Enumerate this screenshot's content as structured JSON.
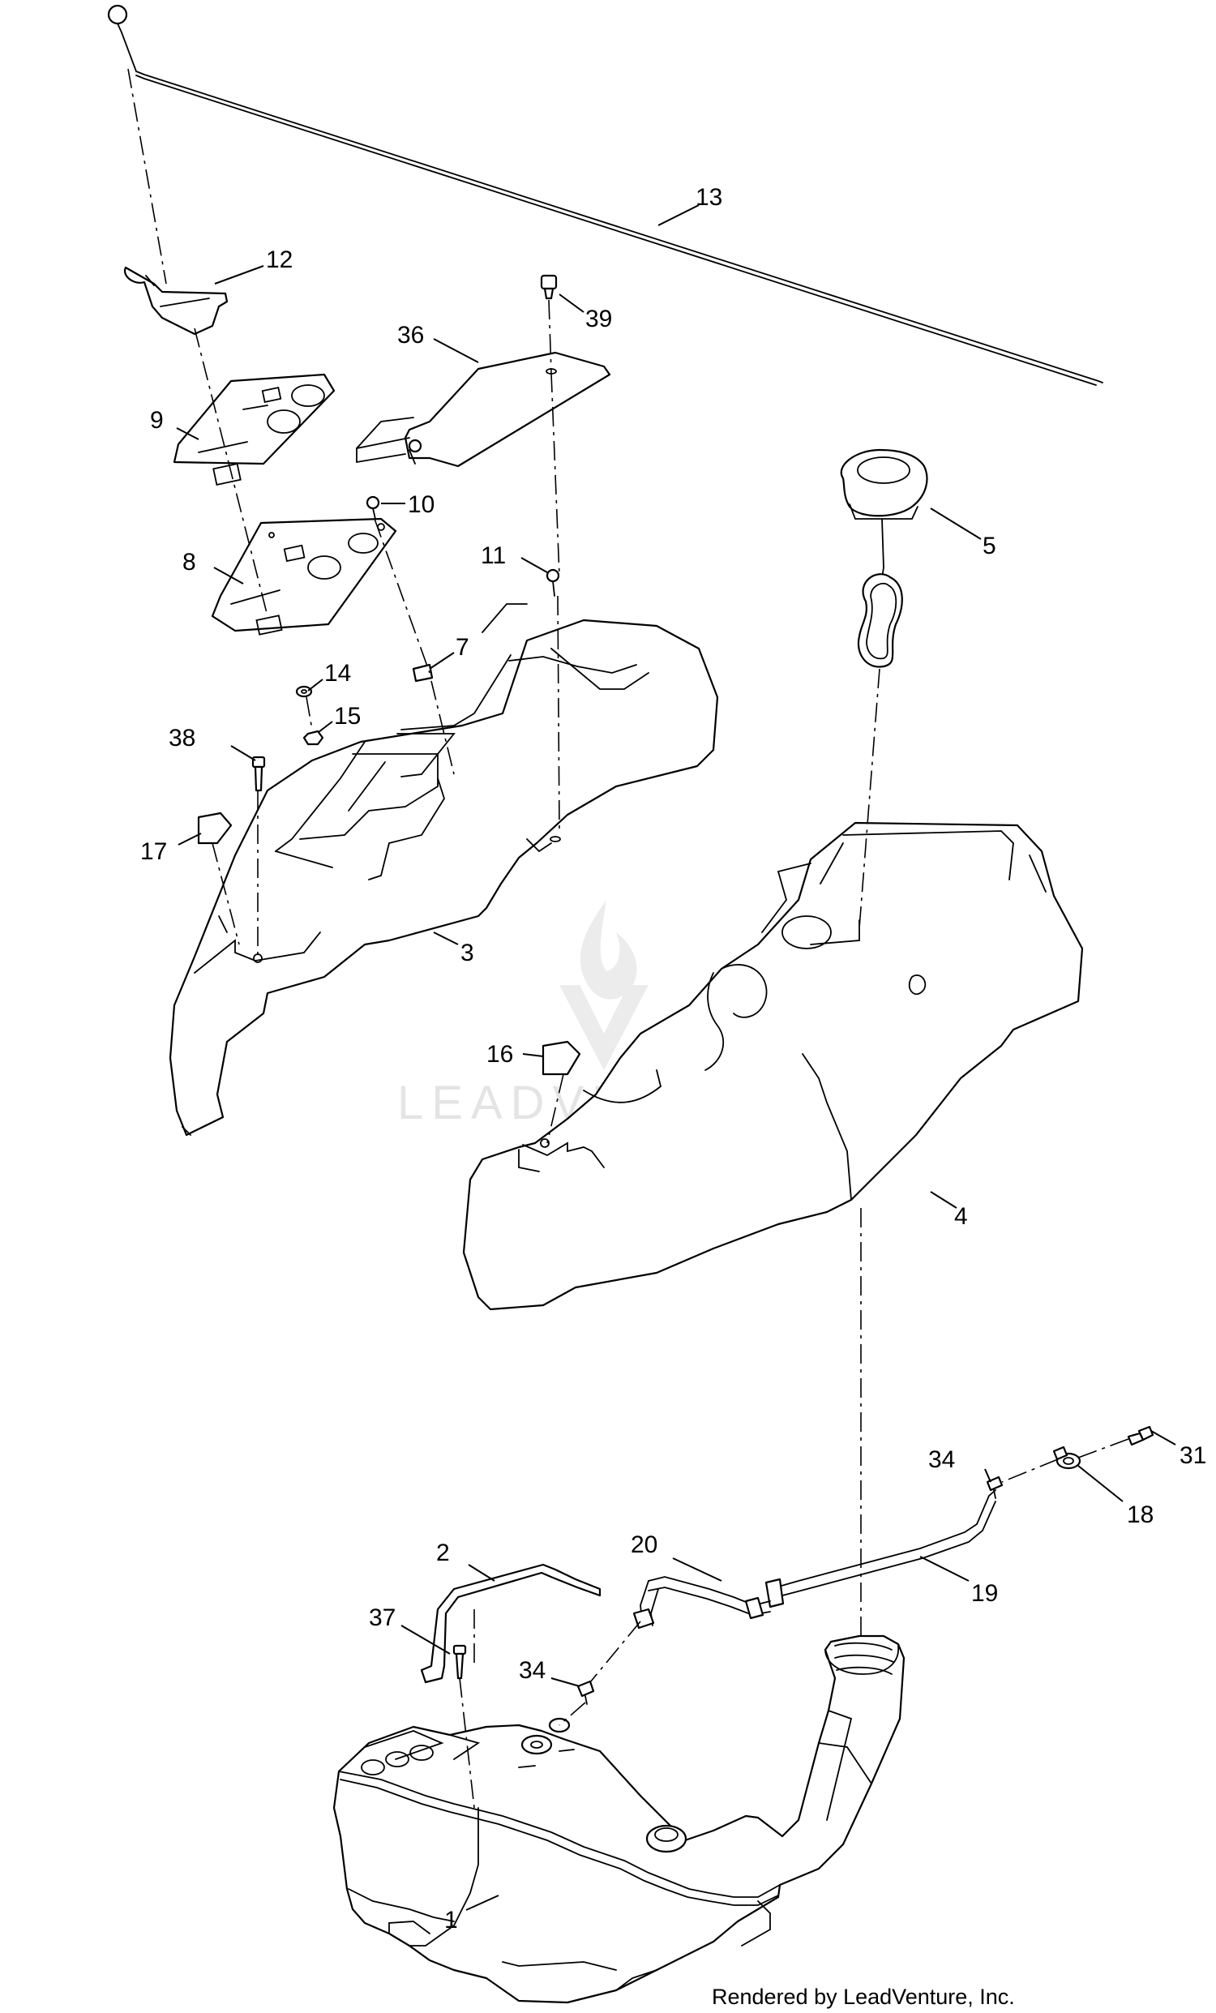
{
  "callouts": [
    {
      "id": "1",
      "label": "1"
    },
    {
      "id": "2",
      "label": "2"
    },
    {
      "id": "3",
      "label": "3"
    },
    {
      "id": "4",
      "label": "4"
    },
    {
      "id": "5",
      "label": "5"
    },
    {
      "id": "7",
      "label": "7"
    },
    {
      "id": "8",
      "label": "8"
    },
    {
      "id": "9",
      "label": "9"
    },
    {
      "id": "10",
      "label": "10"
    },
    {
      "id": "11",
      "label": "11"
    },
    {
      "id": "12",
      "label": "12"
    },
    {
      "id": "13",
      "label": "13"
    },
    {
      "id": "14",
      "label": "14"
    },
    {
      "id": "15",
      "label": "15"
    },
    {
      "id": "16",
      "label": "16"
    },
    {
      "id": "17",
      "label": "17"
    },
    {
      "id": "18",
      "label": "18"
    },
    {
      "id": "19",
      "label": "19"
    },
    {
      "id": "20",
      "label": "20"
    },
    {
      "id": "31",
      "label": "31"
    },
    {
      "id": "34a",
      "label": "34"
    },
    {
      "id": "34b",
      "label": "34"
    },
    {
      "id": "36",
      "label": "36"
    },
    {
      "id": "37",
      "label": "37"
    },
    {
      "id": "38",
      "label": "38"
    },
    {
      "id": "39",
      "label": "39"
    }
  ],
  "watermark": "LEADVENTURE",
  "credit": "Rendered by LeadVenture, Inc."
}
